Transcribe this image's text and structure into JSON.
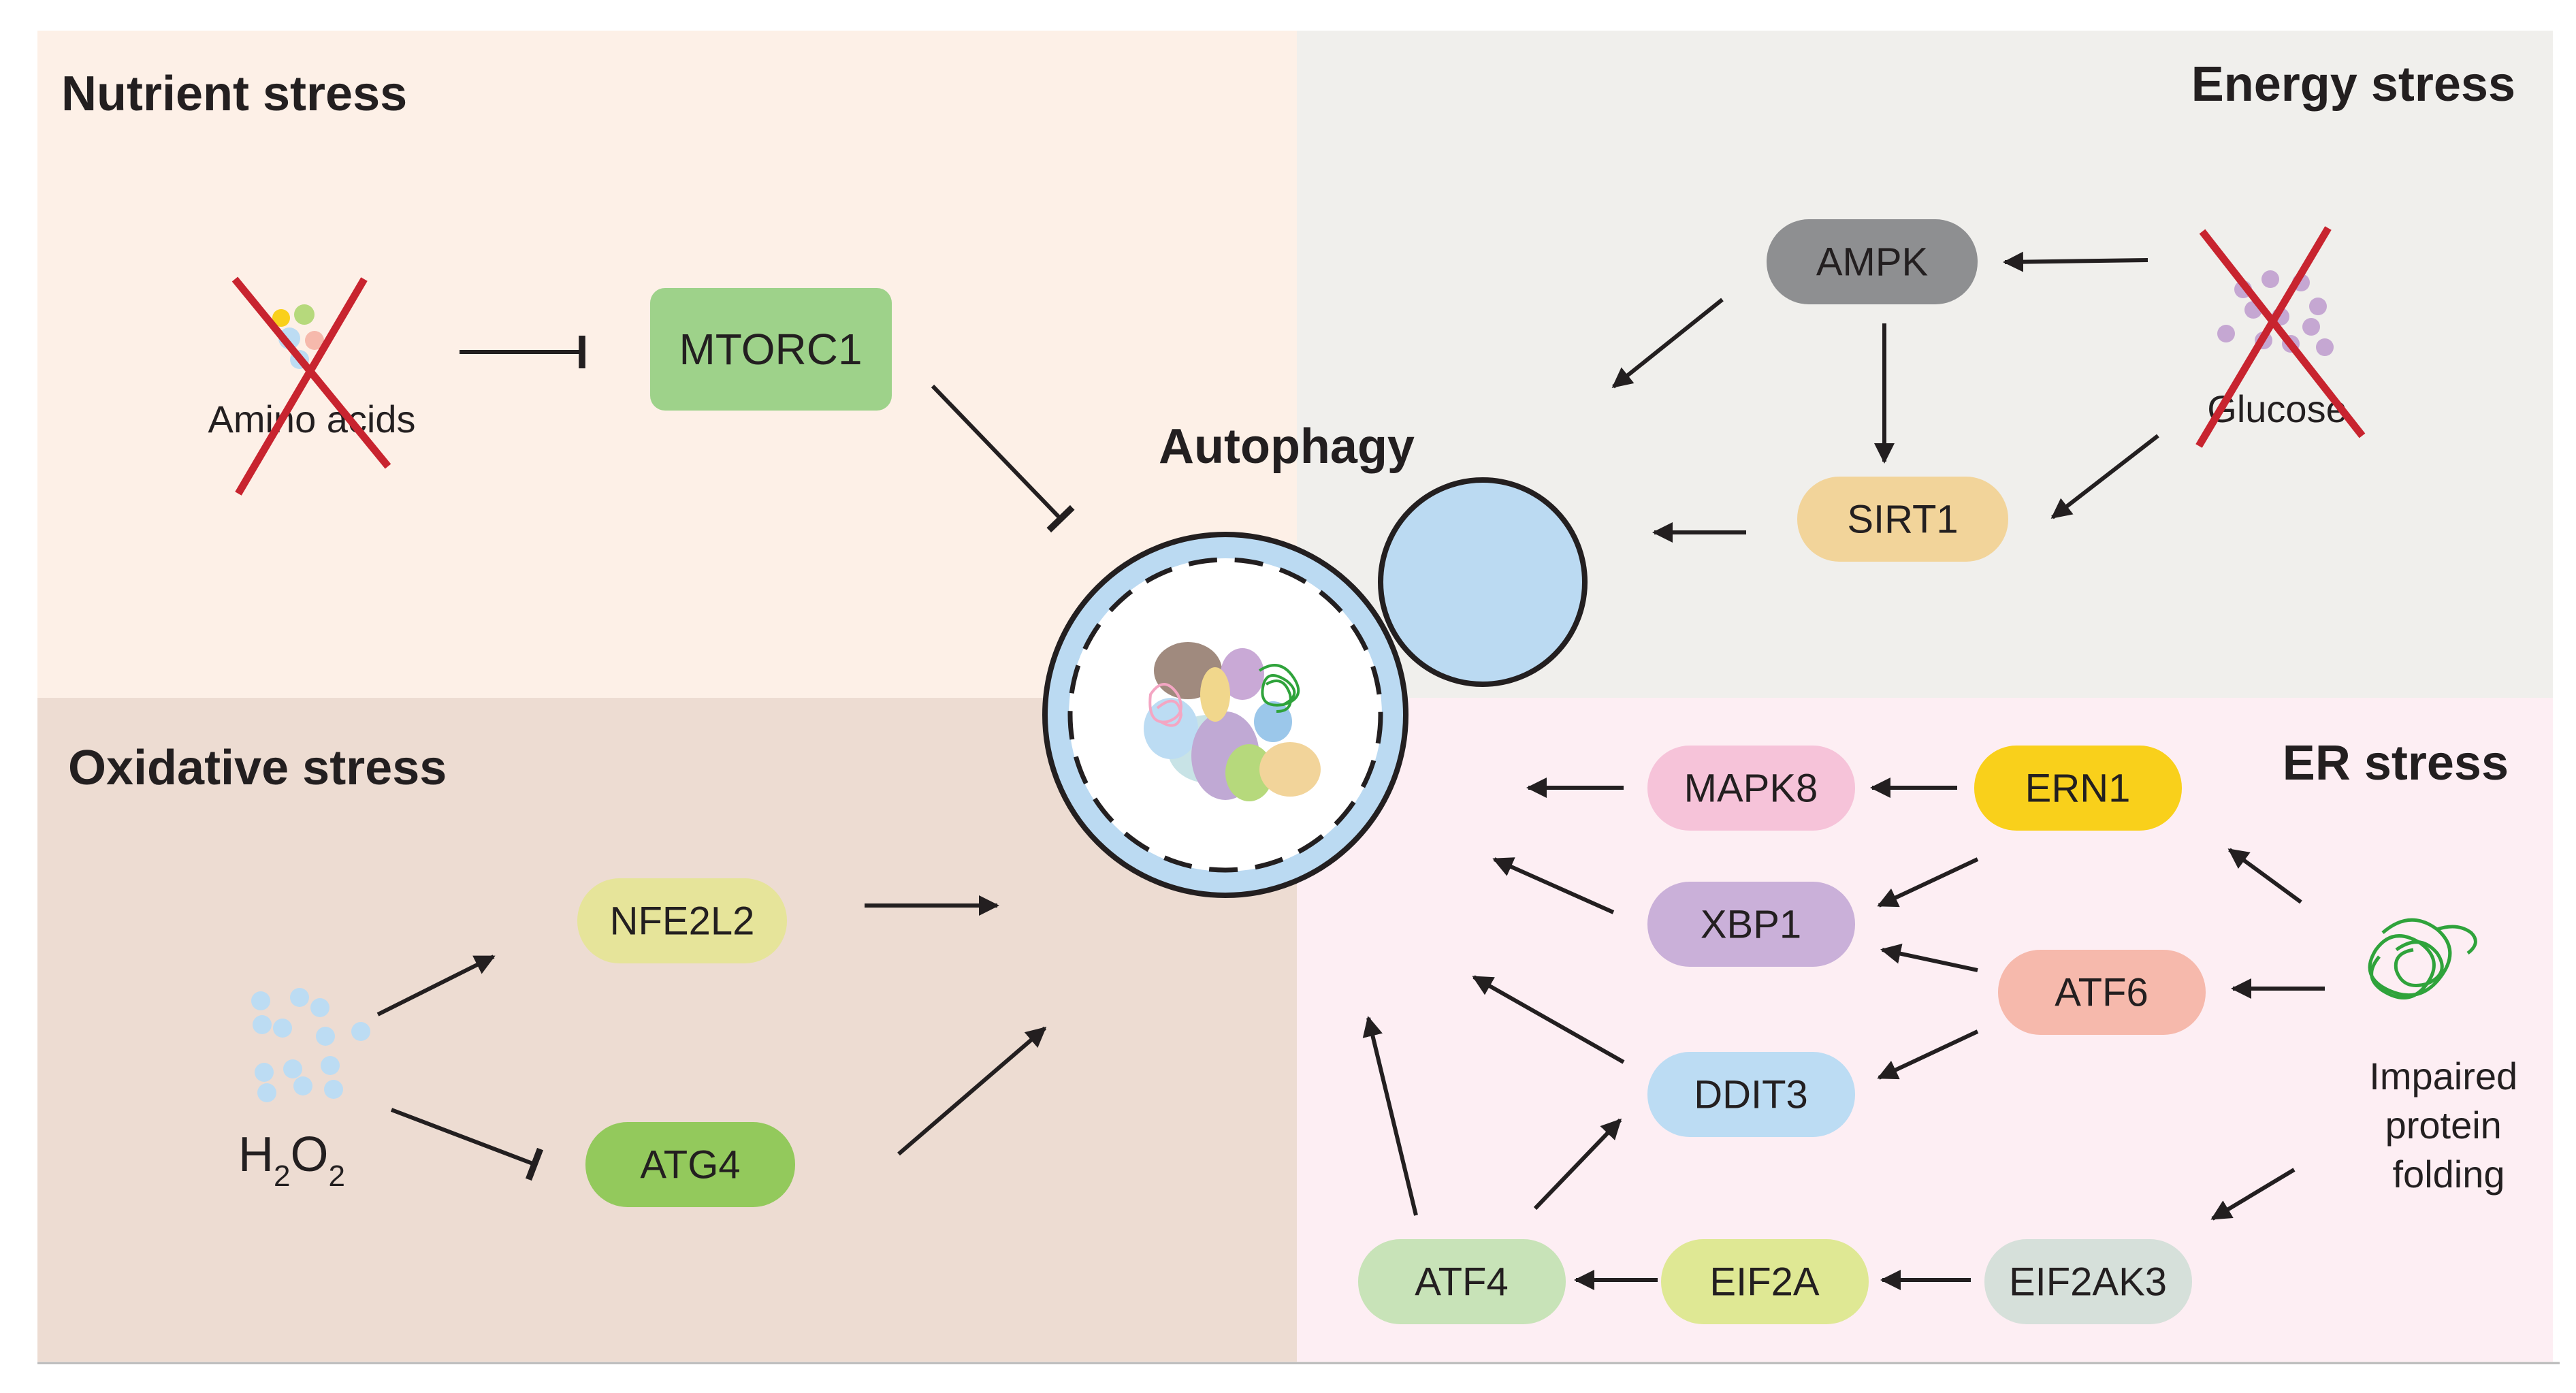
{
  "quadrants": {
    "nutrient": {
      "title": "Nutrient stress",
      "color": "#fdf0e7"
    },
    "energy": {
      "title": "Energy stress",
      "color": "#f0efec"
    },
    "oxidative": {
      "title": "Oxidative stress",
      "color": "#eddcd2"
    },
    "er": {
      "title": "ER stress",
      "color": "#fdeef3"
    }
  },
  "center": {
    "title": "Autophagy"
  },
  "labels": {
    "amino_acids": "Amino acids",
    "glucose": "Glucose",
    "h2o2_h": "H",
    "h2o2_sub1": "2",
    "h2o2_o": "O",
    "h2o2_sub2": "2",
    "impaired_1": "Impaired",
    "impaired_2": "protein",
    "impaired_3": "folding"
  },
  "nodes": {
    "mtorc1": {
      "label": "MTORC1",
      "color": "#9ed28a"
    },
    "ampk": {
      "label": "AMPK",
      "color": "#8e8f91"
    },
    "sirt1": {
      "label": "SIRT1",
      "color": "#f2d49a"
    },
    "nfe2l2": {
      "label": "NFE2L2",
      "color": "#e6e49a"
    },
    "atg4": {
      "label": "ATG4",
      "color": "#93c95c"
    },
    "mapk8": {
      "label": "MAPK8",
      "color": "#f6c3d9"
    },
    "ern1": {
      "label": "ERN1",
      "color": "#f9d01b"
    },
    "xbp1": {
      "label": "XBP1",
      "color": "#cab0d9"
    },
    "atf6": {
      "label": "ATF6",
      "color": "#f6b9ac"
    },
    "ddit3": {
      "label": "DDIT3",
      "color": "#bcdcf3"
    },
    "atf4": {
      "label": "ATF4",
      "color": "#c8e3b8"
    },
    "eif2a": {
      "label": "EIF2A",
      "color": "#dfe894"
    },
    "eif2ak3": {
      "label": "EIF2AK3",
      "color": "#d6e0da"
    }
  },
  "colors": {
    "cross": "#c8242f",
    "membrane": "#bbdaf2",
    "outline": "#231f20"
  }
}
